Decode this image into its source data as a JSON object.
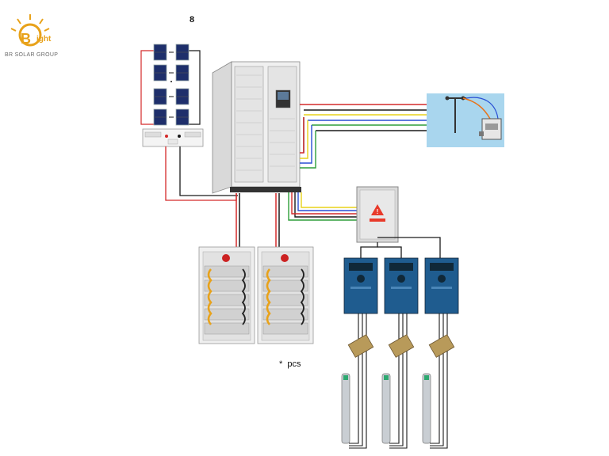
{
  "logo": {
    "brand_letters": "ight",
    "company": "BR SOLAR GROUP"
  },
  "labels": {
    "panel_count": "8",
    "battery_count": "*  pcs",
    "box_warning": "danger"
  },
  "colors": {
    "red": "#d42a2a",
    "black": "#1a1a1a",
    "green": "#2e9e3a",
    "blue": "#2a4fd4",
    "yellow": "#e8d21a",
    "grid_bg": "#a9d6ee",
    "inverter_body": "#f0f0f0",
    "vfd_blue": "#1f5c8f",
    "logo_orange": "#e8a21a"
  }
}
